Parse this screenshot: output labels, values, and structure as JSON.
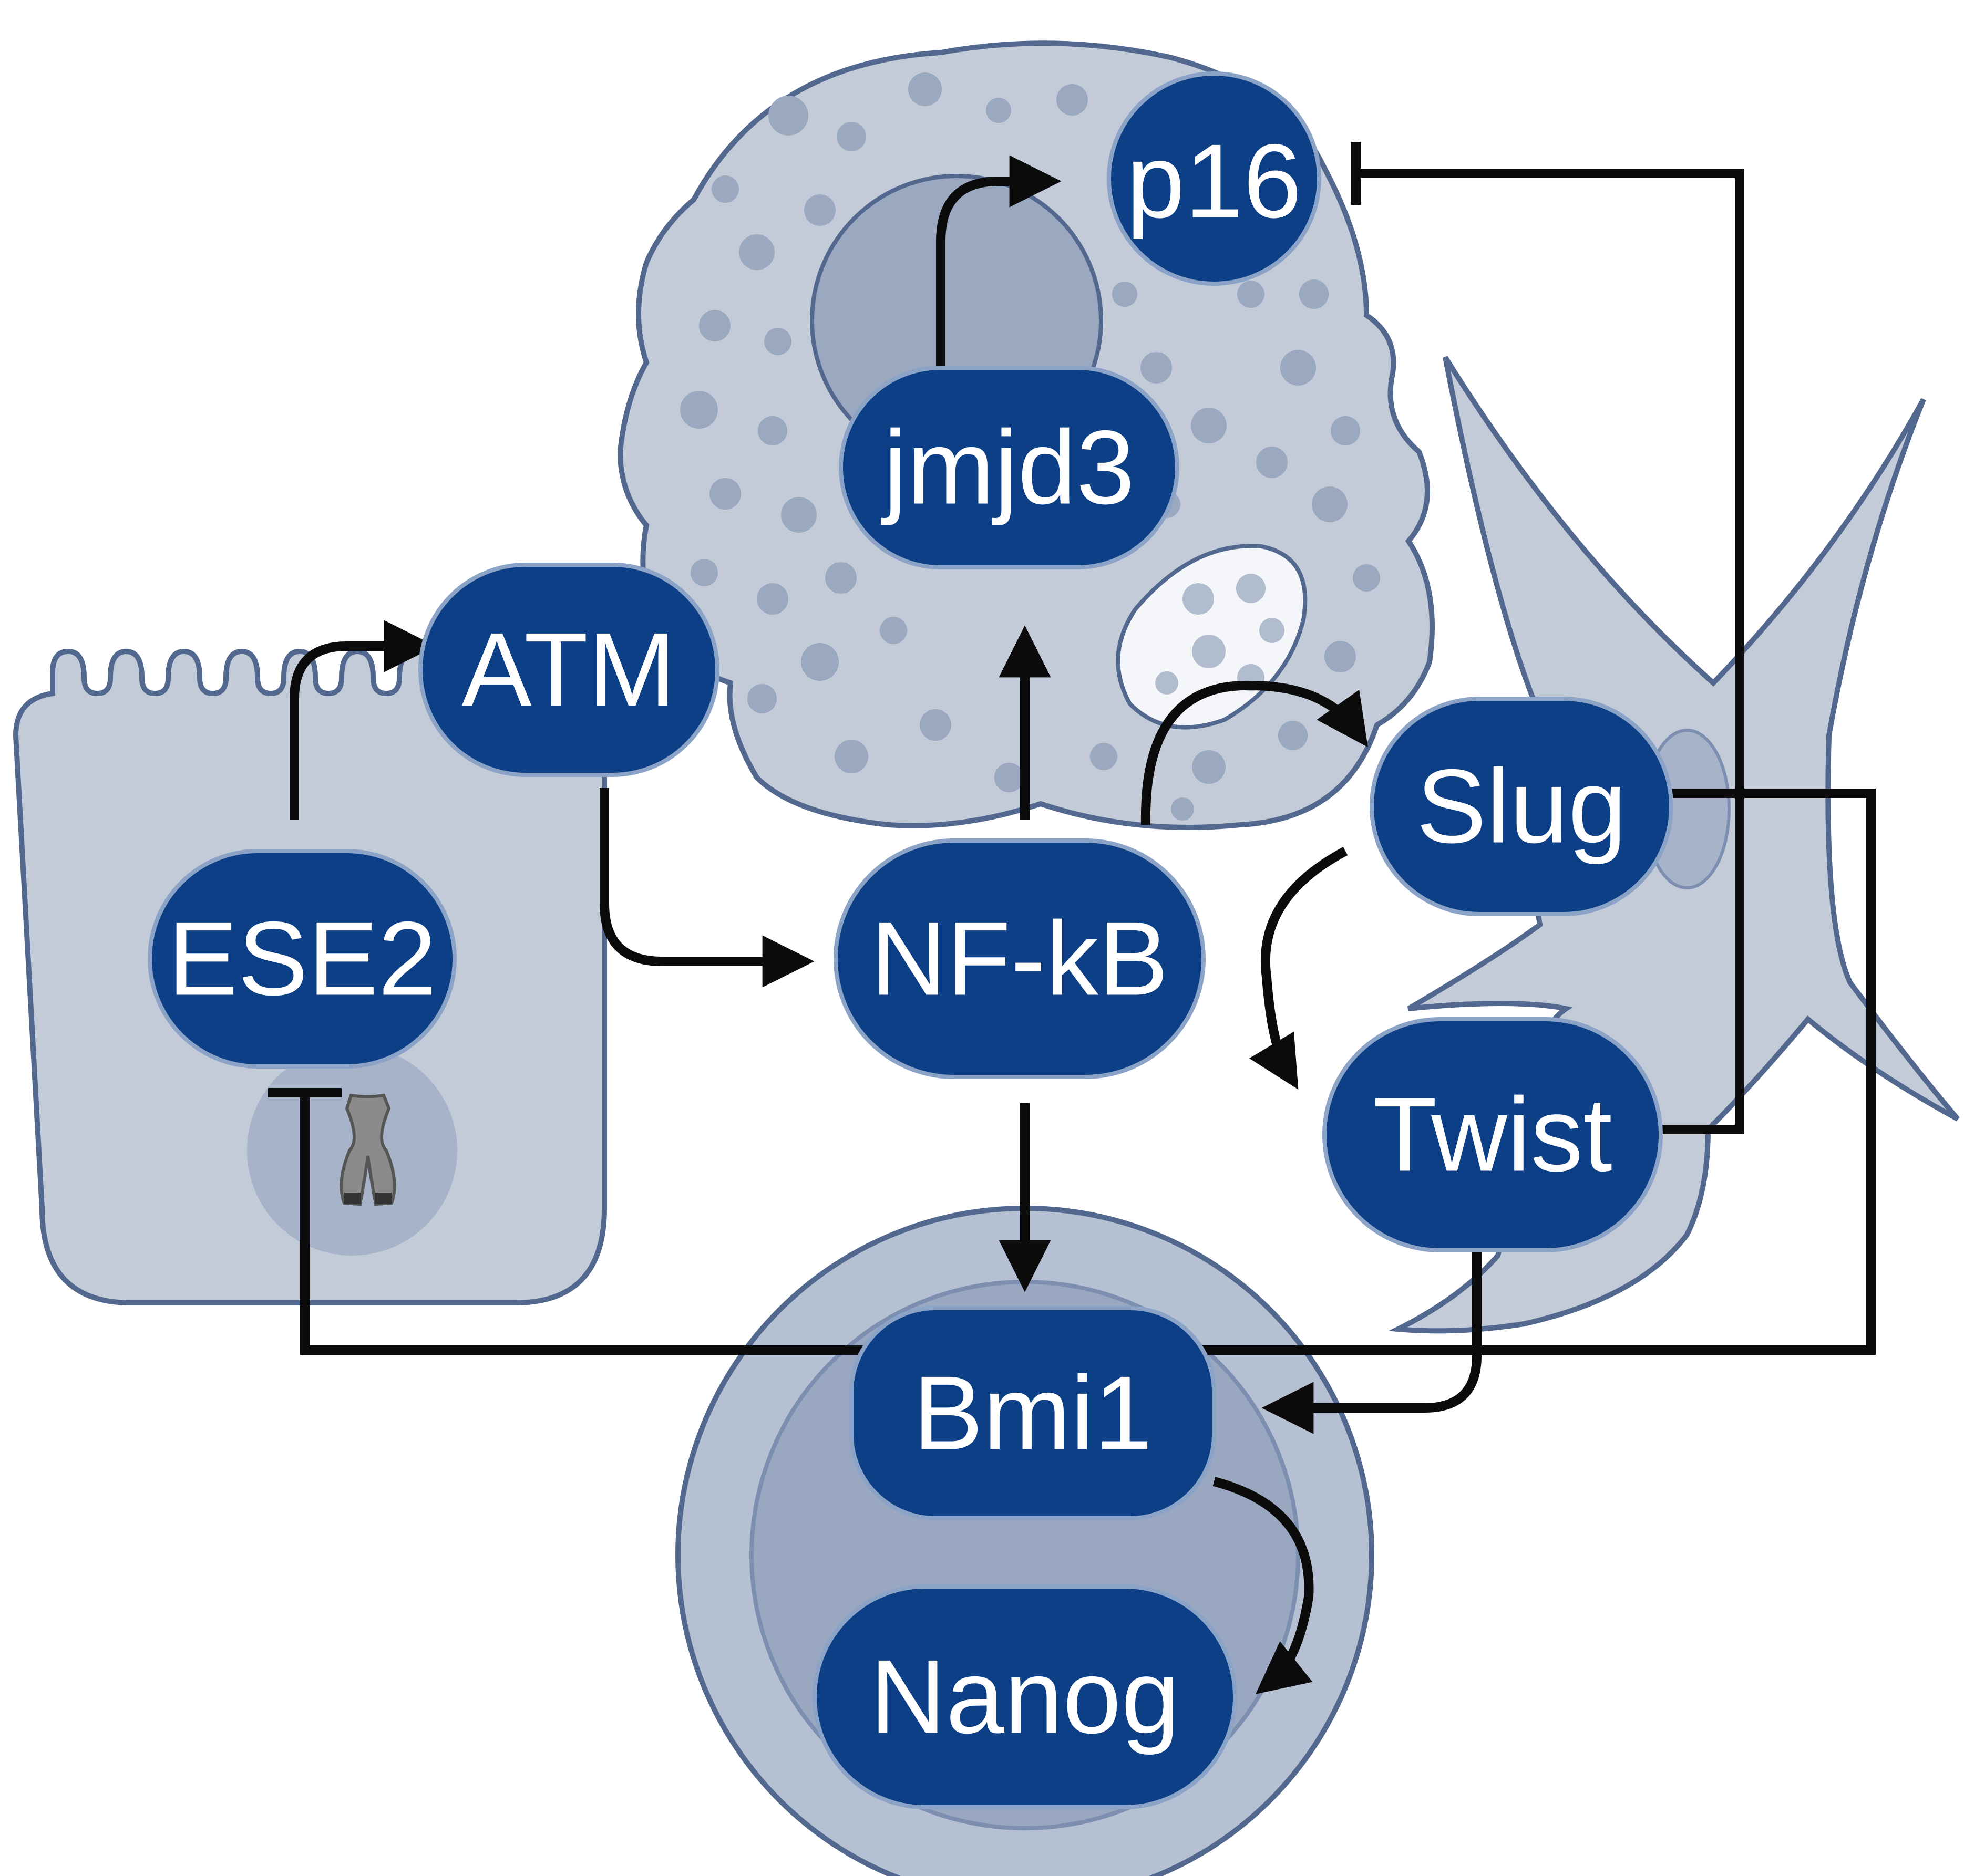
{
  "diagram": {
    "nodes": [
      {
        "id": "p16",
        "label": "p16"
      },
      {
        "id": "jmjd3",
        "label": "jmjd3"
      },
      {
        "id": "atm",
        "label": "ATM"
      },
      {
        "id": "ese2",
        "label": "ESE2"
      },
      {
        "id": "nfkb",
        "label": "NF-kB"
      },
      {
        "id": "slug",
        "label": "Slug"
      },
      {
        "id": "twist",
        "label": "Twist"
      },
      {
        "id": "bmi1",
        "label": "Bmi1"
      },
      {
        "id": "nanog",
        "label": "Nanog"
      }
    ],
    "edges": [
      {
        "from": "ese2",
        "to": "atm",
        "type": "activation"
      },
      {
        "from": "atm",
        "to": "nfkb",
        "type": "activation"
      },
      {
        "from": "nfkb",
        "to": "jmjd3",
        "type": "activation"
      },
      {
        "from": "jmjd3",
        "to": "p16",
        "type": "activation"
      },
      {
        "from": "nfkb",
        "to": "slug",
        "type": "activation"
      },
      {
        "from": "slug",
        "to": "twist",
        "type": "activation"
      },
      {
        "from": "nfkb",
        "to": "bmi1",
        "type": "activation"
      },
      {
        "from": "twist",
        "to": "bmi1",
        "type": "activation"
      },
      {
        "from": "bmi1",
        "to": "nanog",
        "type": "activation"
      },
      {
        "from": "twist",
        "to": "p16",
        "type": "inhibition"
      },
      {
        "from": "slug",
        "to": "ese2",
        "type": "inhibition"
      }
    ],
    "cells": [
      {
        "id": "epithelial-cell",
        "icon": "epithelial-cell-icon"
      },
      {
        "id": "senescent-cell",
        "icon": "senescent-cell-icon"
      },
      {
        "id": "mesenchymal-cell",
        "icon": "fibroblast-cell-icon"
      },
      {
        "id": "stem-cell",
        "icon": "stem-cell-icon"
      },
      {
        "id": "chromosome",
        "icon": "chromosome-icon"
      }
    ]
  }
}
